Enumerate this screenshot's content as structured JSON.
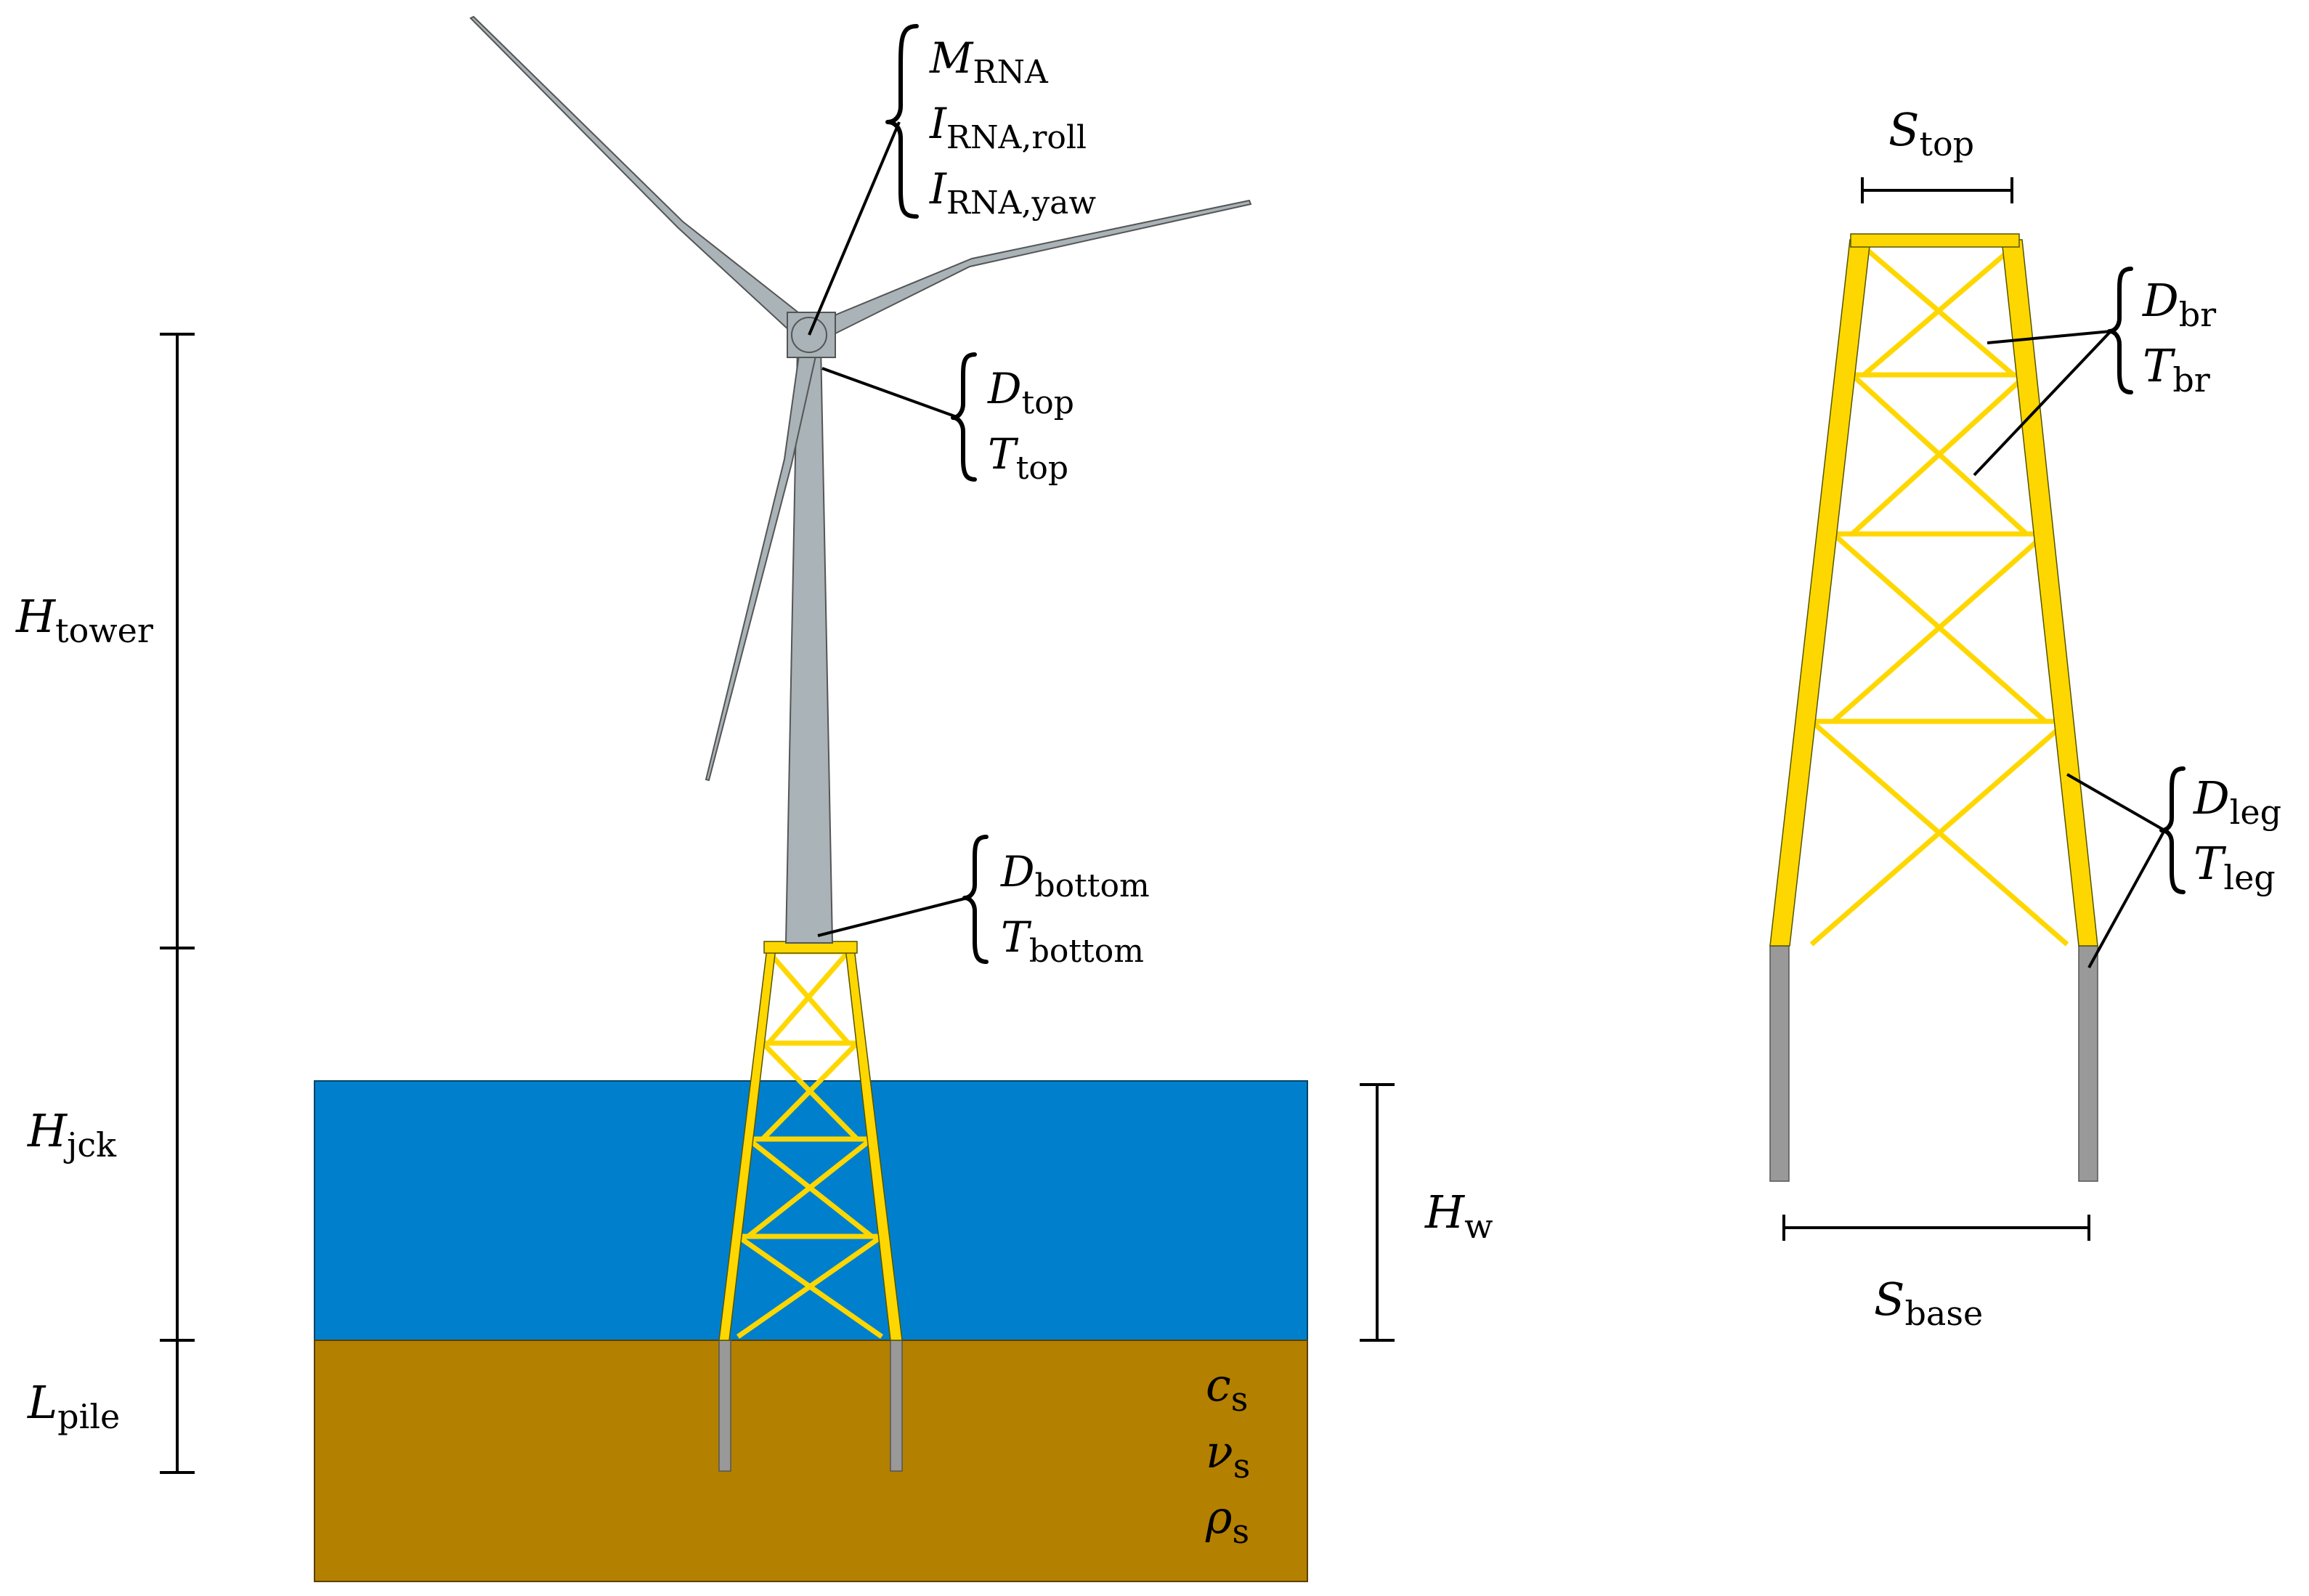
{
  "colors": {
    "water": "#0080CC",
    "seabed": "#B38000",
    "steel_yellow": "#FFD700",
    "turbine_gray": "#A9B3B8",
    "pile_gray": "#999999"
  },
  "turbine_labels": {
    "rna": [
      {
        "sym": "M",
        "sub": "RNA"
      },
      {
        "sym": "I",
        "sub": "RNA,roll"
      },
      {
        "sym": "I",
        "sub": "RNA,yaw"
      }
    ],
    "tower_top": [
      {
        "sym": "D",
        "sub": "top"
      },
      {
        "sym": "T",
        "sub": "top"
      }
    ],
    "tower_bottom": [
      {
        "sym": "D",
        "sub": "bottom"
      },
      {
        "sym": "T",
        "sub": "bottom"
      }
    ]
  },
  "dimensions": {
    "tower": {
      "sym": "H",
      "sub": "tower"
    },
    "jacket": {
      "sym": "H",
      "sub": "jck"
    },
    "pile": {
      "sym": "L",
      "sub": "pile"
    },
    "water": {
      "sym": "H",
      "sub": "w"
    }
  },
  "soil_labels": [
    {
      "sym": "c",
      "sub": "s"
    },
    {
      "sym": "ν",
      "sub": "s"
    },
    {
      "sym": "ρ",
      "sub": "s"
    }
  ],
  "jacket_labels": {
    "top_width": {
      "sym": "S",
      "sub": "top"
    },
    "base_width": {
      "sym": "S",
      "sub": "base"
    },
    "brace": [
      {
        "sym": "D",
        "sub": "br"
      },
      {
        "sym": "T",
        "sub": "br"
      }
    ],
    "leg": [
      {
        "sym": "D",
        "sub": "leg"
      },
      {
        "sym": "T",
        "sub": "leg"
      }
    ]
  }
}
